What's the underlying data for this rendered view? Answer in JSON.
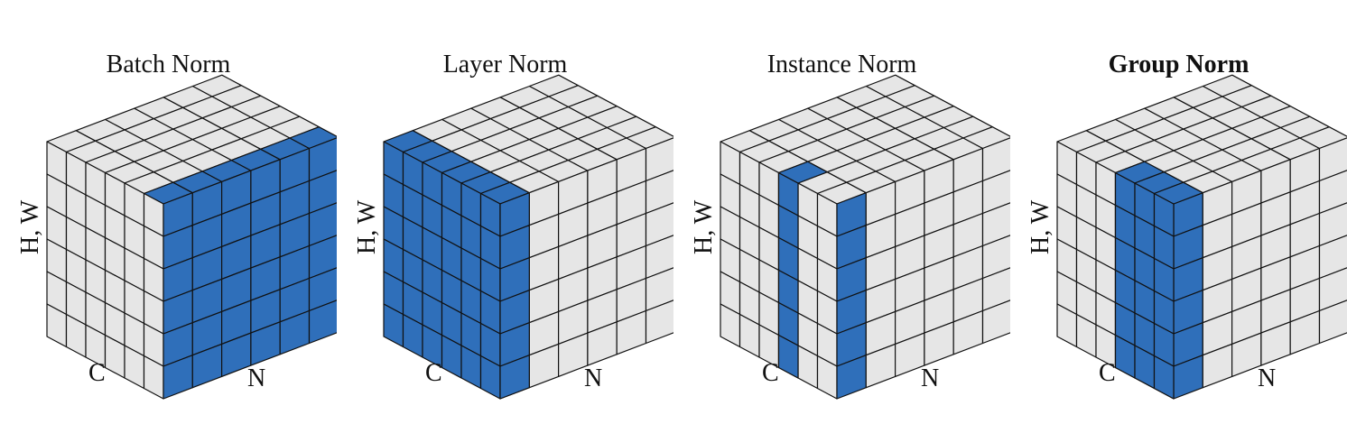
{
  "colors": {
    "highlight": "#2f6fba",
    "cell": "#e6e6e6",
    "edge": "#111111"
  },
  "panels": [
    {
      "title": "Batch Norm",
      "title_bold": false,
      "highlight": "batch",
      "labels": {
        "hw": "H, W",
        "c": "C",
        "n": "N"
      }
    },
    {
      "title": "Layer Norm",
      "title_bold": false,
      "highlight": "layer",
      "labels": {
        "hw": "H, W",
        "c": "C",
        "n": "N"
      }
    },
    {
      "title": "Instance Norm",
      "title_bold": false,
      "highlight": "instance",
      "labels": {
        "hw": "H, W",
        "c": "C",
        "n": "N"
      }
    },
    {
      "title": "Group Norm",
      "title_bold": true,
      "highlight": "group",
      "labels": {
        "hw": "H, W",
        "c": "C",
        "n": "N"
      }
    }
  ]
}
